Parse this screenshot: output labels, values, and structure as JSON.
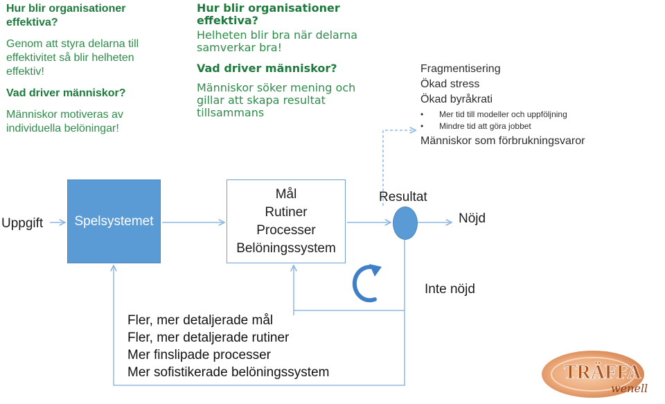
{
  "left_column": {
    "heading": "Hur blir organisationer effektiva?",
    "answer": "Genom att styra delarna till effektivitet så blir helheten effektiv!",
    "question": "Vad driver människor?",
    "answer2": "Människor motiveras av individuella belöningar!"
  },
  "middle_column": {
    "heading": "Hur blir organisationer effektiva?",
    "answer": "Helheten blir bra när delarna samverkar bra!",
    "question": "Vad driver människor?",
    "answer2": "Människor söker mening och gillar att skapa resultat tillsammans"
  },
  "right_column": {
    "line1": "Fragmentisering",
    "line2": "Ökad stress",
    "line3": "Ökad byråkrati",
    "bullets": [
      "Mer tid till modeller och uppföljning",
      "Mindre tid att göra jobbet"
    ],
    "line4": "Människor som förbrukningsvaror"
  },
  "flow": {
    "input_label": "Uppgift",
    "system_box": "Spelsystemet",
    "process_box": [
      "Mål",
      "Rutiner",
      "Processer",
      "Belöningssystem"
    ],
    "result_label": "Resultat",
    "satisfied_label": "Nöjd",
    "unsatisfied_label": "Inte nöjd",
    "feedback_lines": [
      "Fler, mer detaljerade mål",
      "Fler, mer detaljerade rutiner",
      "Mer finslipade processer",
      "Mer sofistikerade belöningssystem"
    ]
  },
  "logo": {
    "name": "TRÄFFA",
    "script": "wenell"
  },
  "colors": {
    "accent_blue": "#5b9bd5",
    "arrow_blue": "#8fb8e2",
    "text_green": "#2e8b4a",
    "cycle_blue": "#3f7fc7"
  }
}
